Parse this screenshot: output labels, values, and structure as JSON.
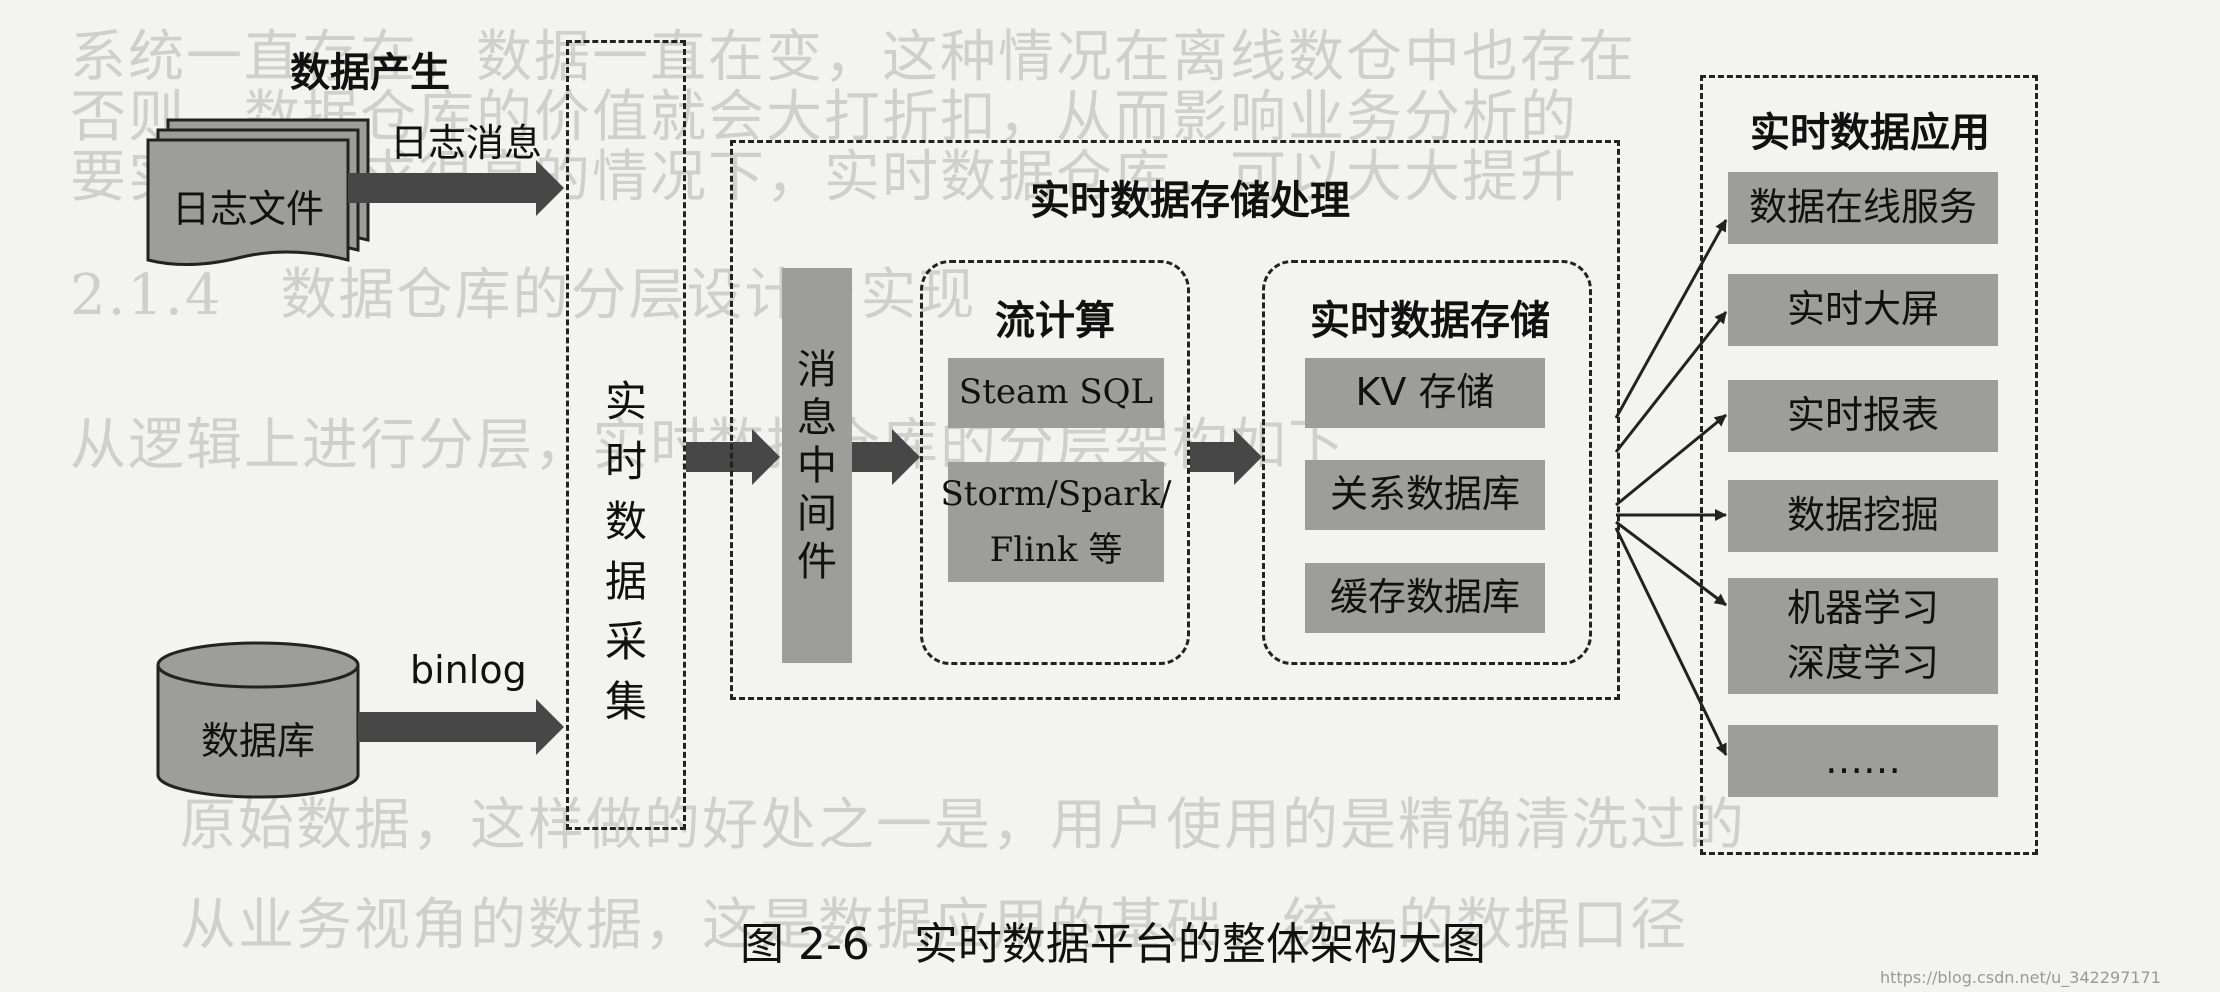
{
  "source": {
    "heading": "数据产生",
    "log_file": "日志文件",
    "log_message": "日志消息",
    "database": "数据库",
    "binlog": "binlog"
  },
  "collection": {
    "chars": [
      "实",
      "时",
      "数",
      "据",
      "采",
      "集"
    ]
  },
  "processing": {
    "title": "实时数据存储处理",
    "mq_chars": [
      "消",
      "息",
      "中",
      "间",
      "件"
    ],
    "stream": {
      "title": "流计算",
      "items": [
        "Steam SQL",
        "Storm/Spark/\nFlink 等"
      ]
    },
    "storage": {
      "title": "实时数据存储",
      "items": [
        "KV 存储",
        "关系数据库",
        "缓存数据库"
      ]
    }
  },
  "applications": {
    "title": "实时数据应用",
    "items": [
      "数据在线服务",
      "实时大屏",
      "实时报表",
      "数据挖掘",
      "机器学习\n深度学习",
      "……"
    ]
  },
  "caption": "图 2-6　实时数据平台的整体架构大图",
  "watermark": "https://blog.csdn.net/u_342297171",
  "colors": {
    "box_fill": "#9d9d9b",
    "arrow_fill": "#474747",
    "line": "#222222",
    "background": "#f3f3f1"
  }
}
